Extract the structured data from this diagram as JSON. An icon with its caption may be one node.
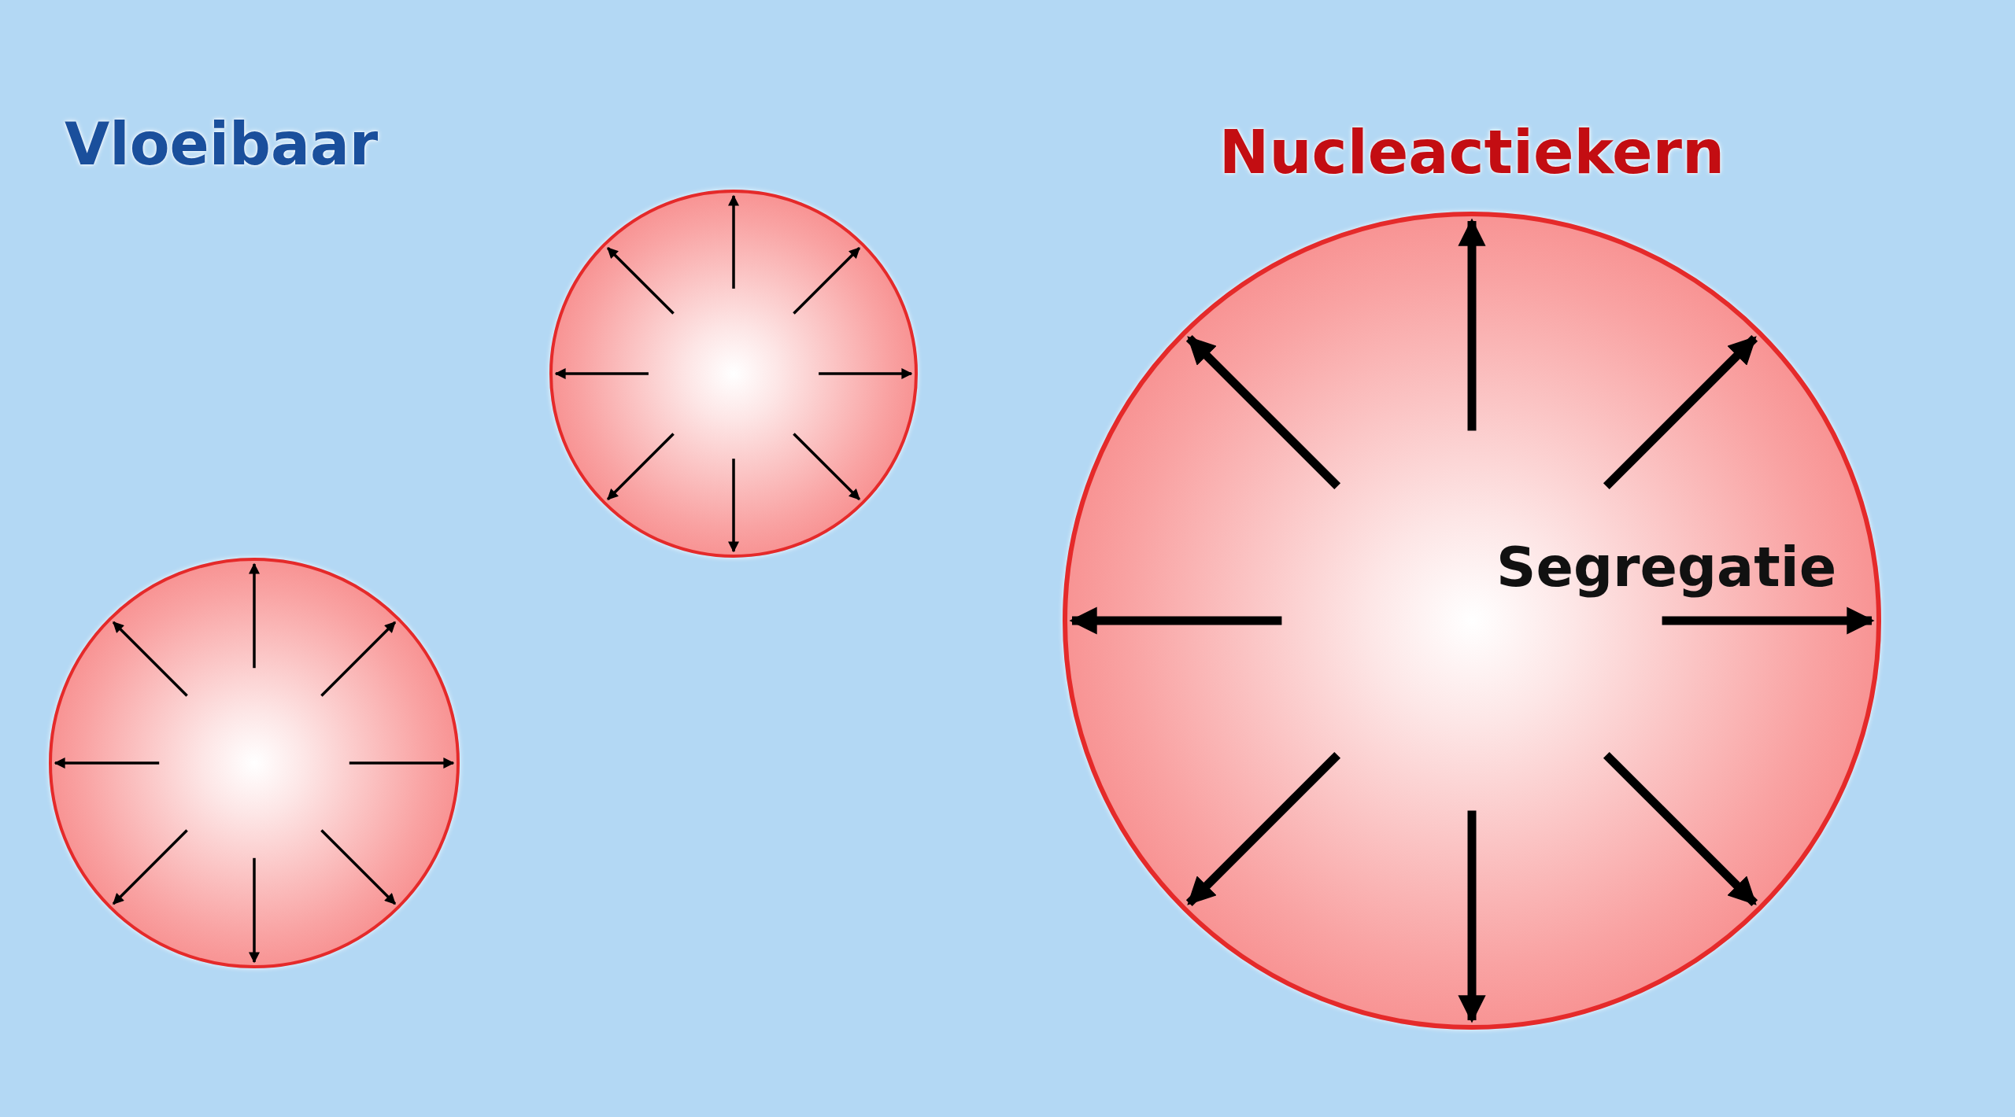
{
  "diagram": {
    "nodes": [
      {
        "text": [],
        "shape": "circle"
      },
      {
        "text": [],
        "shape": "circle"
      },
      {
        "text": [
          "Nucleactiekern",
          "Segregatie"
        ]
      }
    ],
    "labels": [
      "Vloeibaar"
    ]
  }
}
